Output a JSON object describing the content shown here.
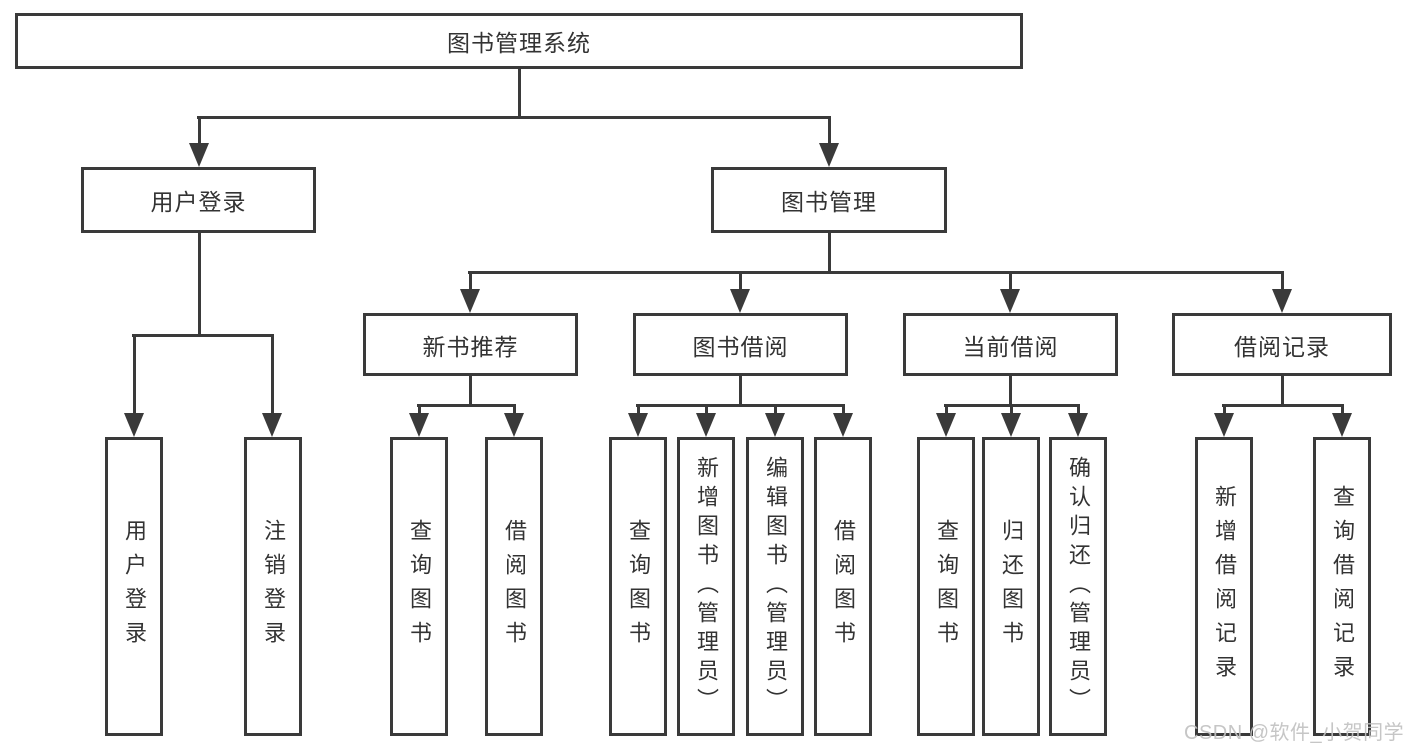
{
  "style": {
    "line_color": "#3a3a3a",
    "box_background": "#ffffff",
    "text_color": "#333333",
    "watermark_color": "#c1c1c1"
  },
  "tree": {
    "root": {
      "label": "图书管理系统",
      "children": [
        {
          "label": "用户登录",
          "children": [
            {
              "label": "用户登录"
            },
            {
              "label": "注销登录"
            }
          ]
        },
        {
          "label": "图书管理",
          "children": [
            {
              "label": "新书推荐",
              "children": [
                {
                  "label": "查询图书"
                },
                {
                  "label": "借阅图书"
                }
              ]
            },
            {
              "label": "图书借阅",
              "children": [
                {
                  "label": "查询图书"
                },
                {
                  "label": "新增图书（管理员）"
                },
                {
                  "label": "编辑图书（管理员）"
                },
                {
                  "label": "借阅图书"
                }
              ]
            },
            {
              "label": "当前借阅",
              "children": [
                {
                  "label": "查询图书"
                },
                {
                  "label": "归还图书"
                },
                {
                  "label": "确认归还（管理员）"
                }
              ]
            },
            {
              "label": "借阅记录",
              "children": [
                {
                  "label": "新增借阅记录"
                },
                {
                  "label": "查询借阅记录"
                }
              ]
            }
          ]
        }
      ]
    }
  },
  "watermark": {
    "text": "CSDN @软件_小贺同学"
  }
}
